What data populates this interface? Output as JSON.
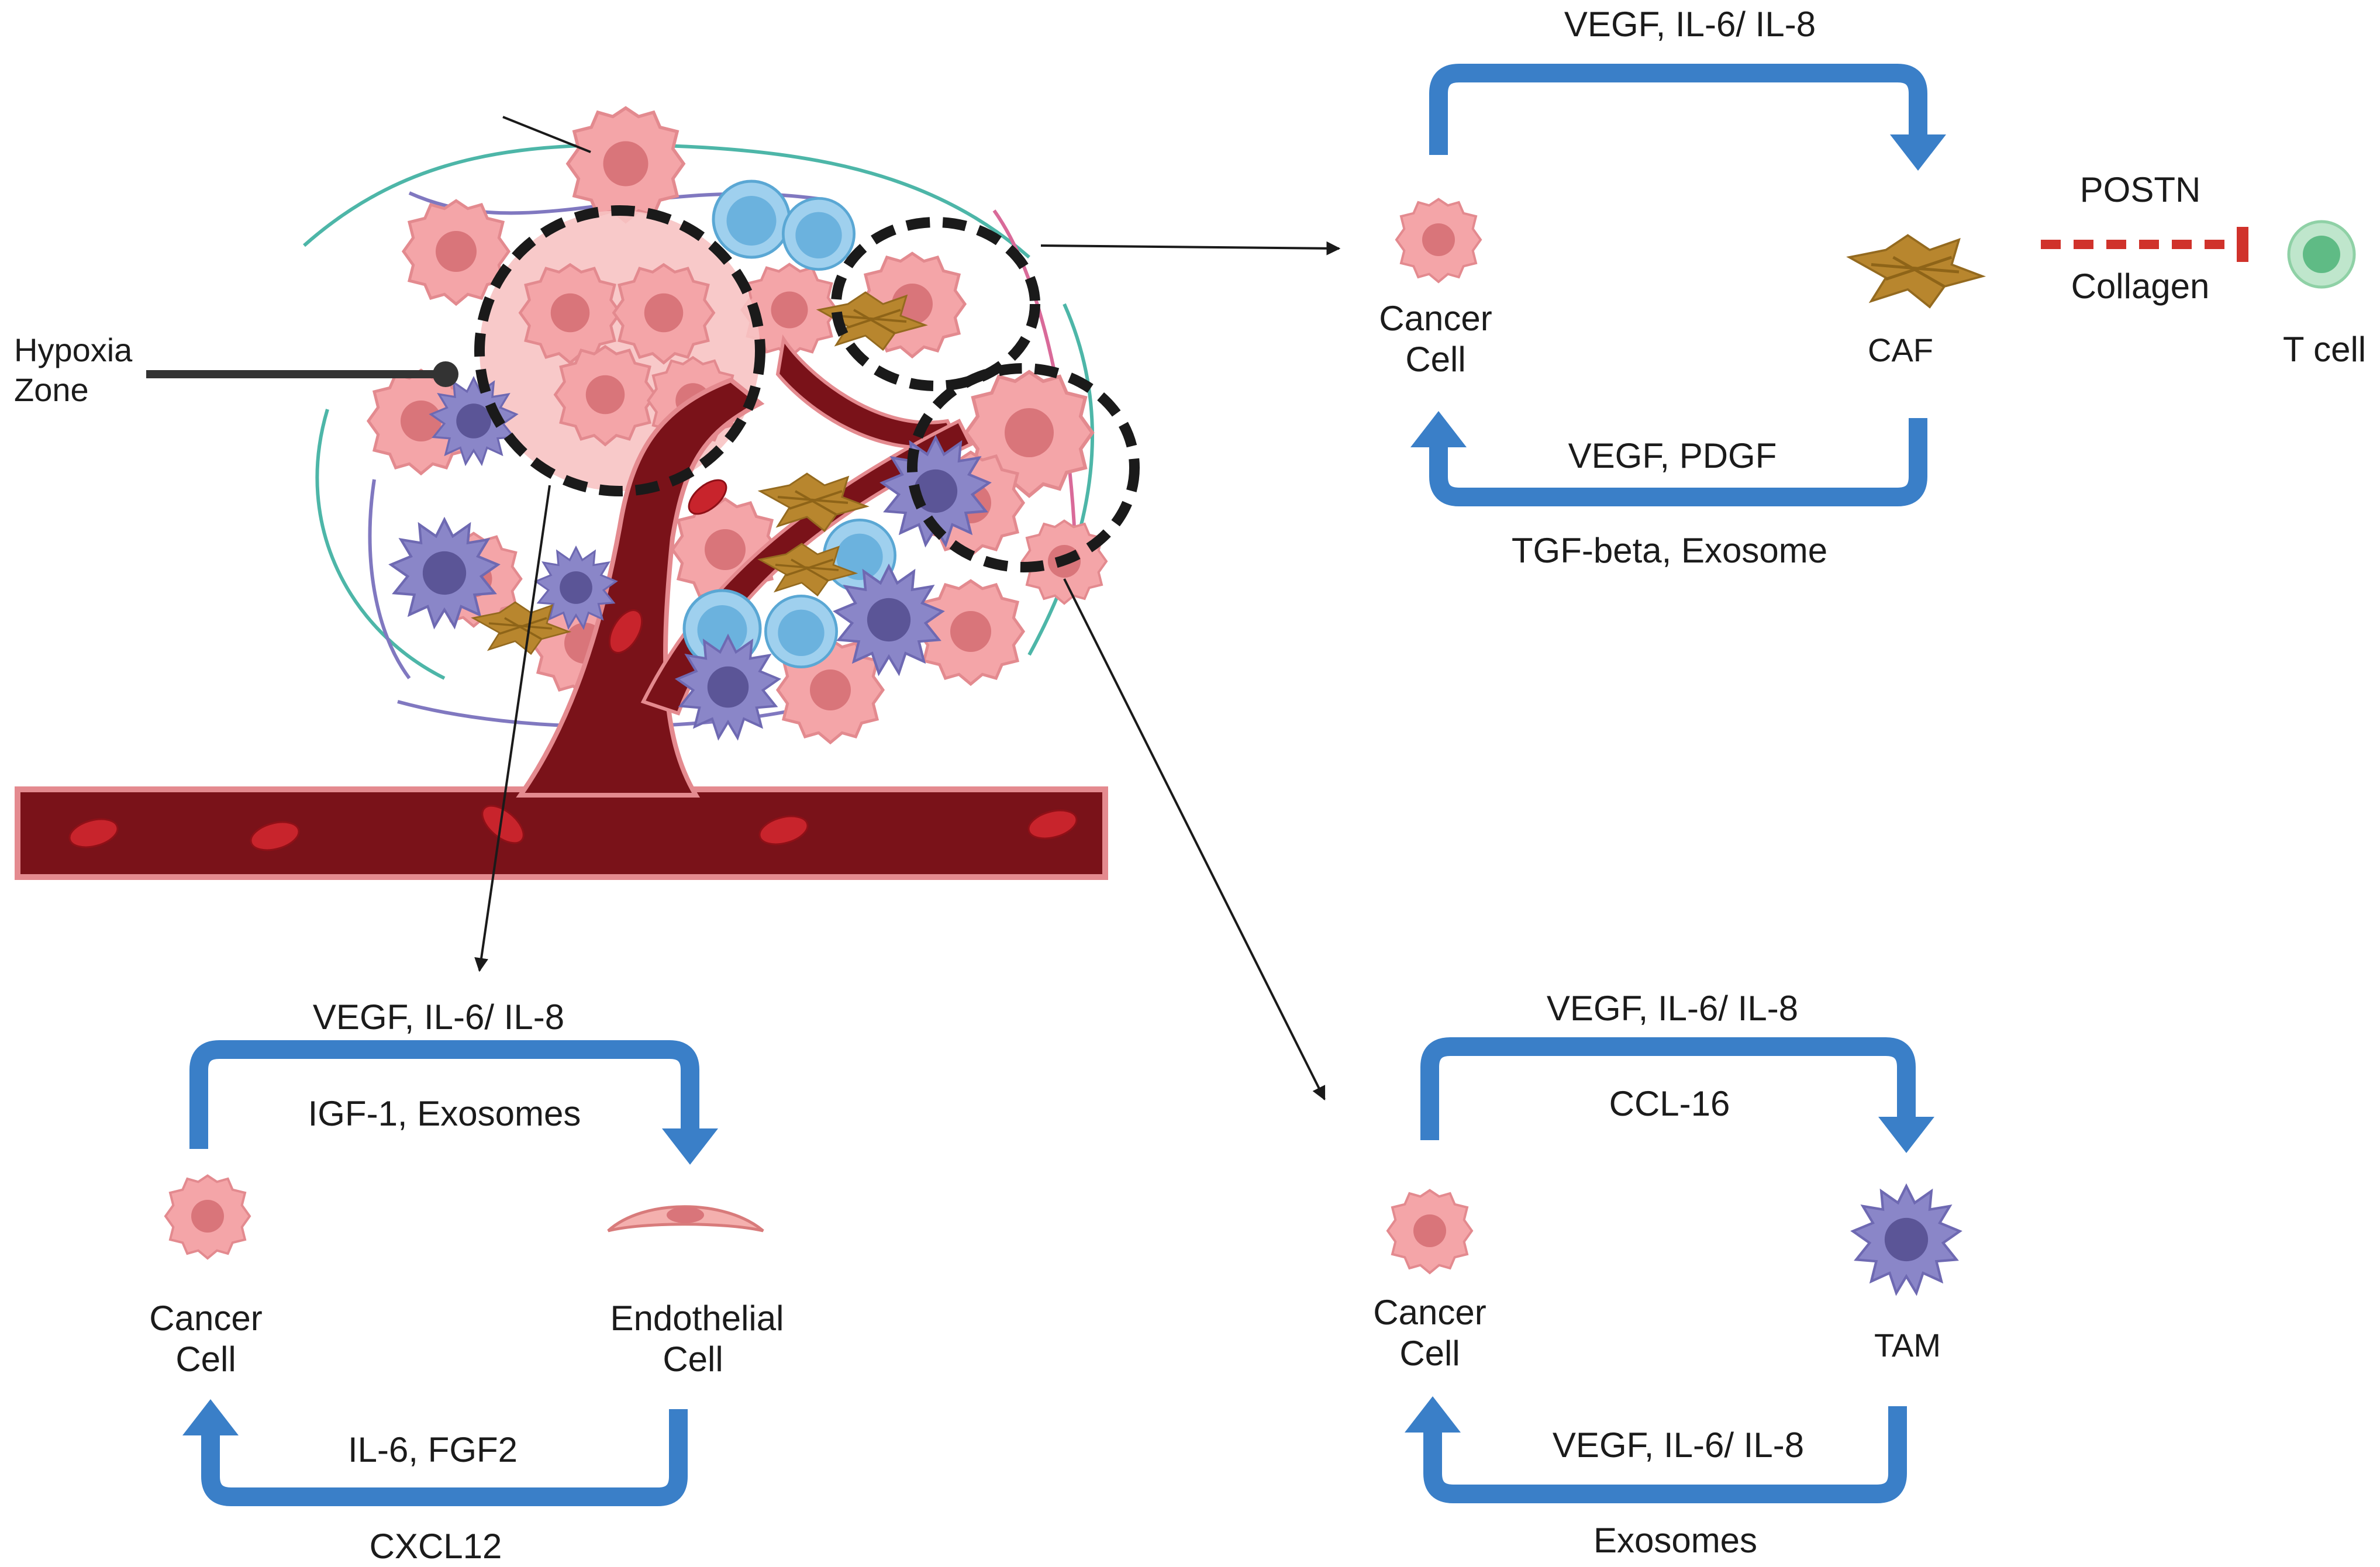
{
  "tumor": {
    "hypoxia_label_line1": "Hypoxia",
    "hypoxia_label_line2": "Zone"
  },
  "caf_panel": {
    "top_arrow_label": "VEGF, IL-6/ IL-8",
    "cancer_label_line1": "Cancer",
    "cancer_label_line2": "Cell",
    "caf_label": "CAF",
    "inhibit_top_label": "POSTN",
    "inhibit_bottom_label": "Collagen",
    "tcell_label": "T cell",
    "bottom_arrow_inner_label": "VEGF, PDGF",
    "bottom_arrow_outer_label": "TGF-beta, Exosome"
  },
  "endothelial_panel": {
    "top_arrow_outer_label": "VEGF, IL-6/ IL-8",
    "top_arrow_inner_label": "IGF-1, Exosomes",
    "cancer_label_line1": "Cancer",
    "cancer_label_line2": "Cell",
    "endo_label_line1": "Endothelial",
    "endo_label_line2": "Cell",
    "bottom_arrow_inner_label": "IL-6, FGF2",
    "bottom_arrow_outer_label": "CXCL12"
  },
  "tam_panel": {
    "top_arrow_outer_label": "VEGF,  IL-6/ IL-8",
    "top_arrow_inner_label": "CCL-16",
    "cancer_label_line1": "Cancer",
    "cancer_label_line2": "Cell",
    "tam_label": "TAM",
    "bottom_arrow_inner_label": "VEGF, IL-6/ IL-8",
    "bottom_arrow_outer_label": "Exosomes"
  },
  "colors": {
    "loop_arrow": "#3a7fc8",
    "inhibition": "#d0322b",
    "cancer_cell": "#f4a5a8",
    "cancer_nucleus": "#d9757a",
    "vessel": "#7a1219",
    "caf": "#b8862e",
    "tam": "#8a86c8",
    "t_cell": "#8fd1a6",
    "lymphocyte": "#9fd0ee"
  }
}
